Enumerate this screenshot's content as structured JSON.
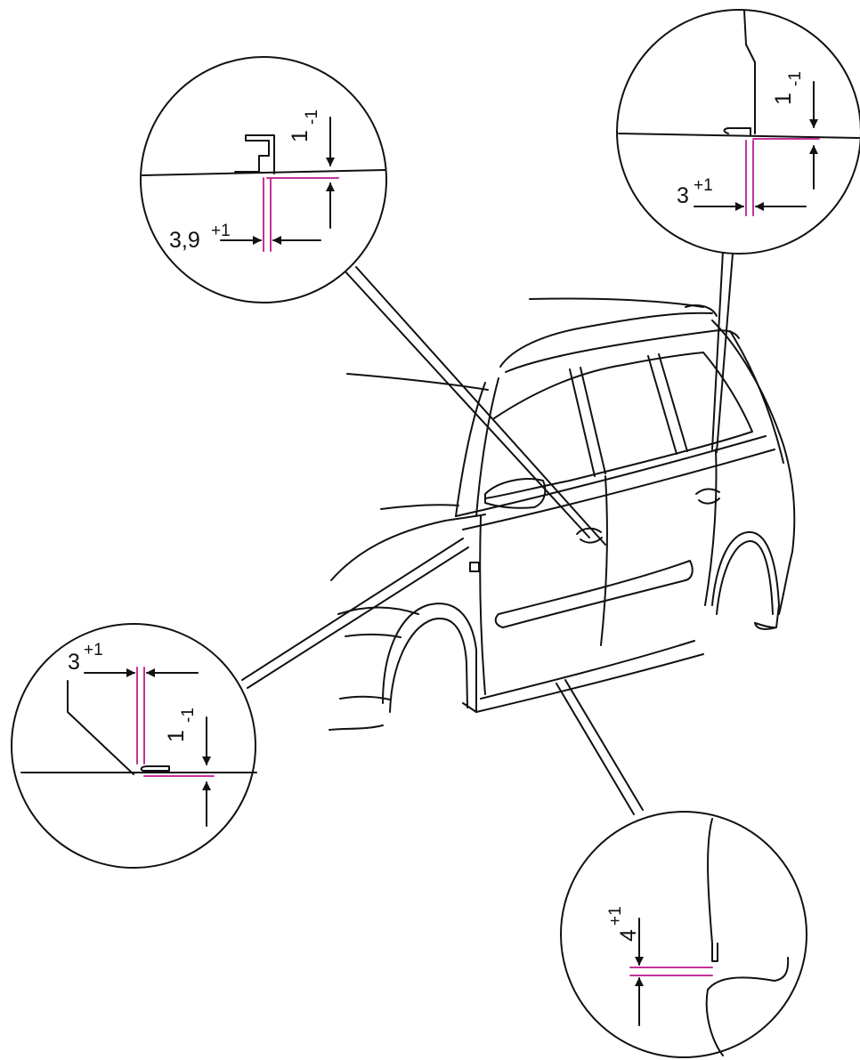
{
  "colors": {
    "line": "#111111",
    "gap_marker": "#c4319a",
    "background": "#ffffff"
  },
  "callouts": {
    "upper_left": {
      "value": "3,9",
      "tolerance": "+1",
      "flush_value": "1",
      "flush_tolerance": "-1"
    },
    "upper_right": {
      "value": "3",
      "tolerance": "+1",
      "flush_value": "1",
      "flush_tolerance": "-1"
    },
    "lower_left": {
      "value": "3",
      "tolerance": "+1",
      "flush_value": "1",
      "flush_tolerance": "-1"
    },
    "lower_right": {
      "flush_value": "4",
      "flush_tolerance": "+1"
    }
  }
}
